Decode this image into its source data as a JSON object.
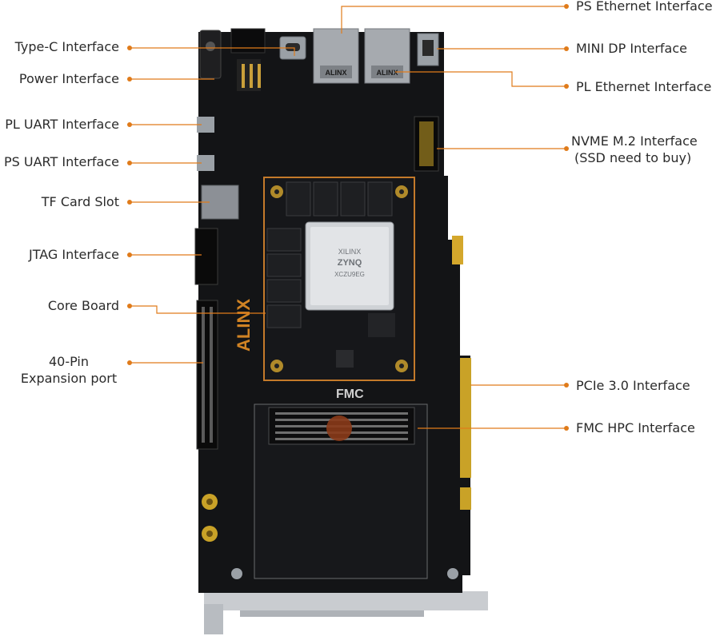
{
  "diagram": {
    "accent_color": "#e07b1a",
    "board_color": "#121315",
    "silkscreen_logo": "ALINX",
    "fmc_silkscreen": "FMC",
    "chip_markings": [
      "XILINX",
      "ZYNQ",
      "XCZU9EG"
    ],
    "connector_markings": [
      "ALINX",
      "ALINX"
    ]
  },
  "labels": {
    "type_c": "Type-C Interface",
    "power": "Power Interface",
    "pl_uart": "PL UART Interface",
    "ps_uart": "PS UART Interface",
    "tf_card": "TF Card Slot",
    "jtag": "JTAG Interface",
    "core_board": "Core Board",
    "expansion_40pin_line1": "40-Pin",
    "expansion_40pin_line2": "Expansion port",
    "ps_ethernet": "PS Ethernet Interface",
    "mini_dp": "MINI DP Interface",
    "pl_ethernet": "PL Ethernet Interface",
    "nvme_line1": "NVME M.2 Interface",
    "nvme_line2": "(SSD need to buy)",
    "pcie": "PCIe 3.0 Interface",
    "fmc_hpc": "FMC HPC Interface"
  }
}
